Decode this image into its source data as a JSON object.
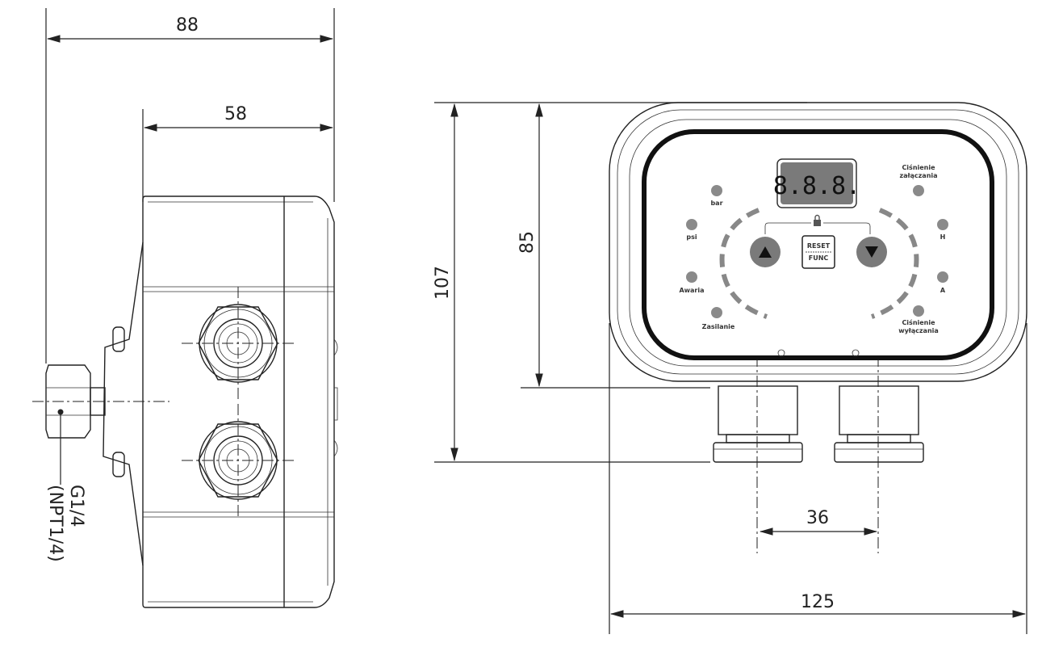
{
  "side_view": {
    "dim_overall_width": "88",
    "dim_body_width": "58",
    "connection_label_line1": "G1/4",
    "connection_label_line2": "(NPT1/4)"
  },
  "front_view": {
    "dim_overall_height": "107",
    "dim_body_height": "85",
    "dim_overall_width": "125",
    "dim_gland_spacing": "36",
    "display": "8.8.8.",
    "leds_left": [
      "bar",
      "psi",
      "Awaria",
      "Zasilanie"
    ],
    "leds_right": {
      "top_line1": "Ciśnienie",
      "top_line2": "załączania",
      "h": "H",
      "a": "A",
      "bottom_line1": "Ciśnienie",
      "bottom_line2": "wyłączania"
    },
    "button_reset": "RESET",
    "button_func": "FUNC"
  },
  "colors": {
    "line": "#222222",
    "led": "#8a8a8a",
    "display": "#7a7a7a"
  }
}
